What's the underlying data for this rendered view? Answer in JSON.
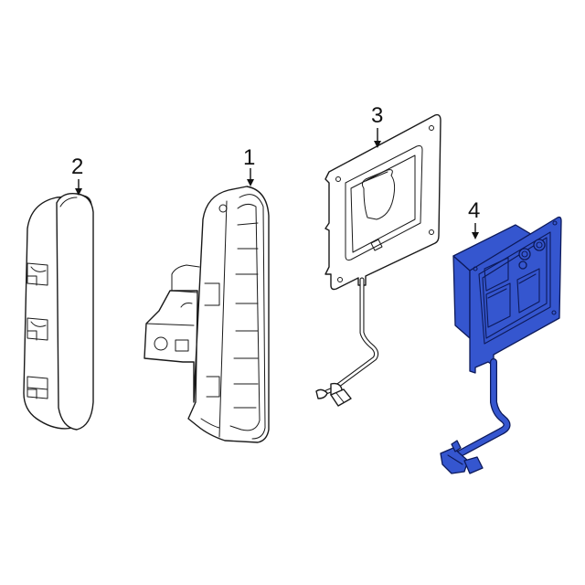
{
  "diagram": {
    "type": "exploded parts diagram",
    "highlight_color": "#3556cf",
    "line_color": "#1a1a1a",
    "background": "#ffffff",
    "callouts": [
      {
        "id": "1",
        "label": "1",
        "part": "switch bezel housing",
        "highlighted": false
      },
      {
        "id": "2",
        "label": "2",
        "part": "switch cover / trim panel",
        "highlighted": false
      },
      {
        "id": "3",
        "label": "3",
        "part": "switch mounting plate with wire harness",
        "highlighted": false
      },
      {
        "id": "4",
        "label": "4",
        "part": "switch assembly with wire harness",
        "highlighted": true
      }
    ]
  }
}
